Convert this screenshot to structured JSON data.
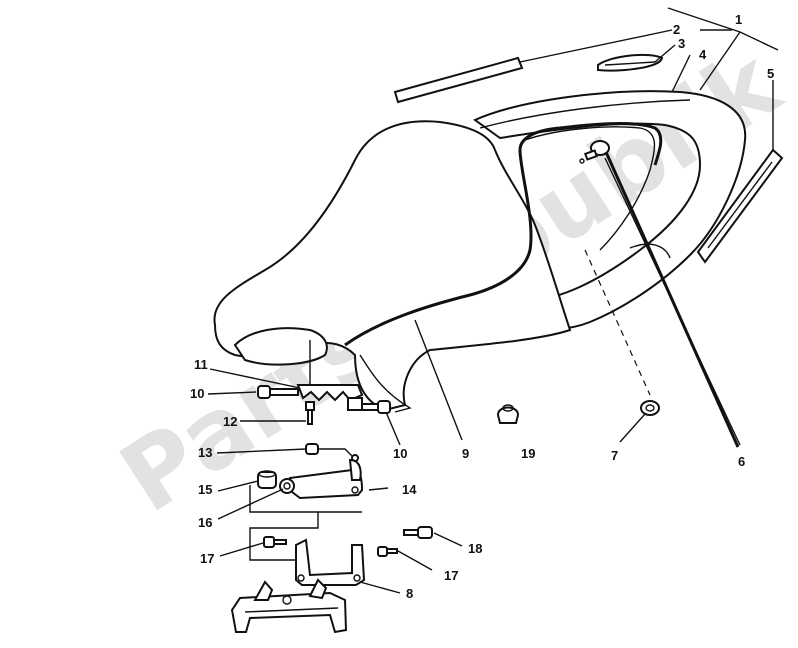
{
  "watermark": "PartsRepublik",
  "callouts": [
    {
      "id": "c1",
      "text": "1"
    },
    {
      "id": "c2",
      "text": "2"
    },
    {
      "id": "c3",
      "text": "3"
    },
    {
      "id": "c4",
      "text": "4"
    },
    {
      "id": "c5",
      "text": "5"
    },
    {
      "id": "c6",
      "text": "6"
    },
    {
      "id": "c7",
      "text": "7"
    },
    {
      "id": "c8",
      "text": "8"
    },
    {
      "id": "c9",
      "text": "9"
    },
    {
      "id": "c10a",
      "text": "10"
    },
    {
      "id": "c10b",
      "text": "10"
    },
    {
      "id": "c11",
      "text": "11"
    },
    {
      "id": "c12",
      "text": "12"
    },
    {
      "id": "c13",
      "text": "13"
    },
    {
      "id": "c14",
      "text": "14"
    },
    {
      "id": "c15",
      "text": "15"
    },
    {
      "id": "c16",
      "text": "16"
    },
    {
      "id": "c17a",
      "text": "17"
    },
    {
      "id": "c17b",
      "text": "17"
    },
    {
      "id": "c18",
      "text": "18"
    },
    {
      "id": "c19",
      "text": "19"
    }
  ],
  "colors": {
    "line": "#111111",
    "watermark": "#d8d8d8",
    "background": "#ffffff"
  }
}
